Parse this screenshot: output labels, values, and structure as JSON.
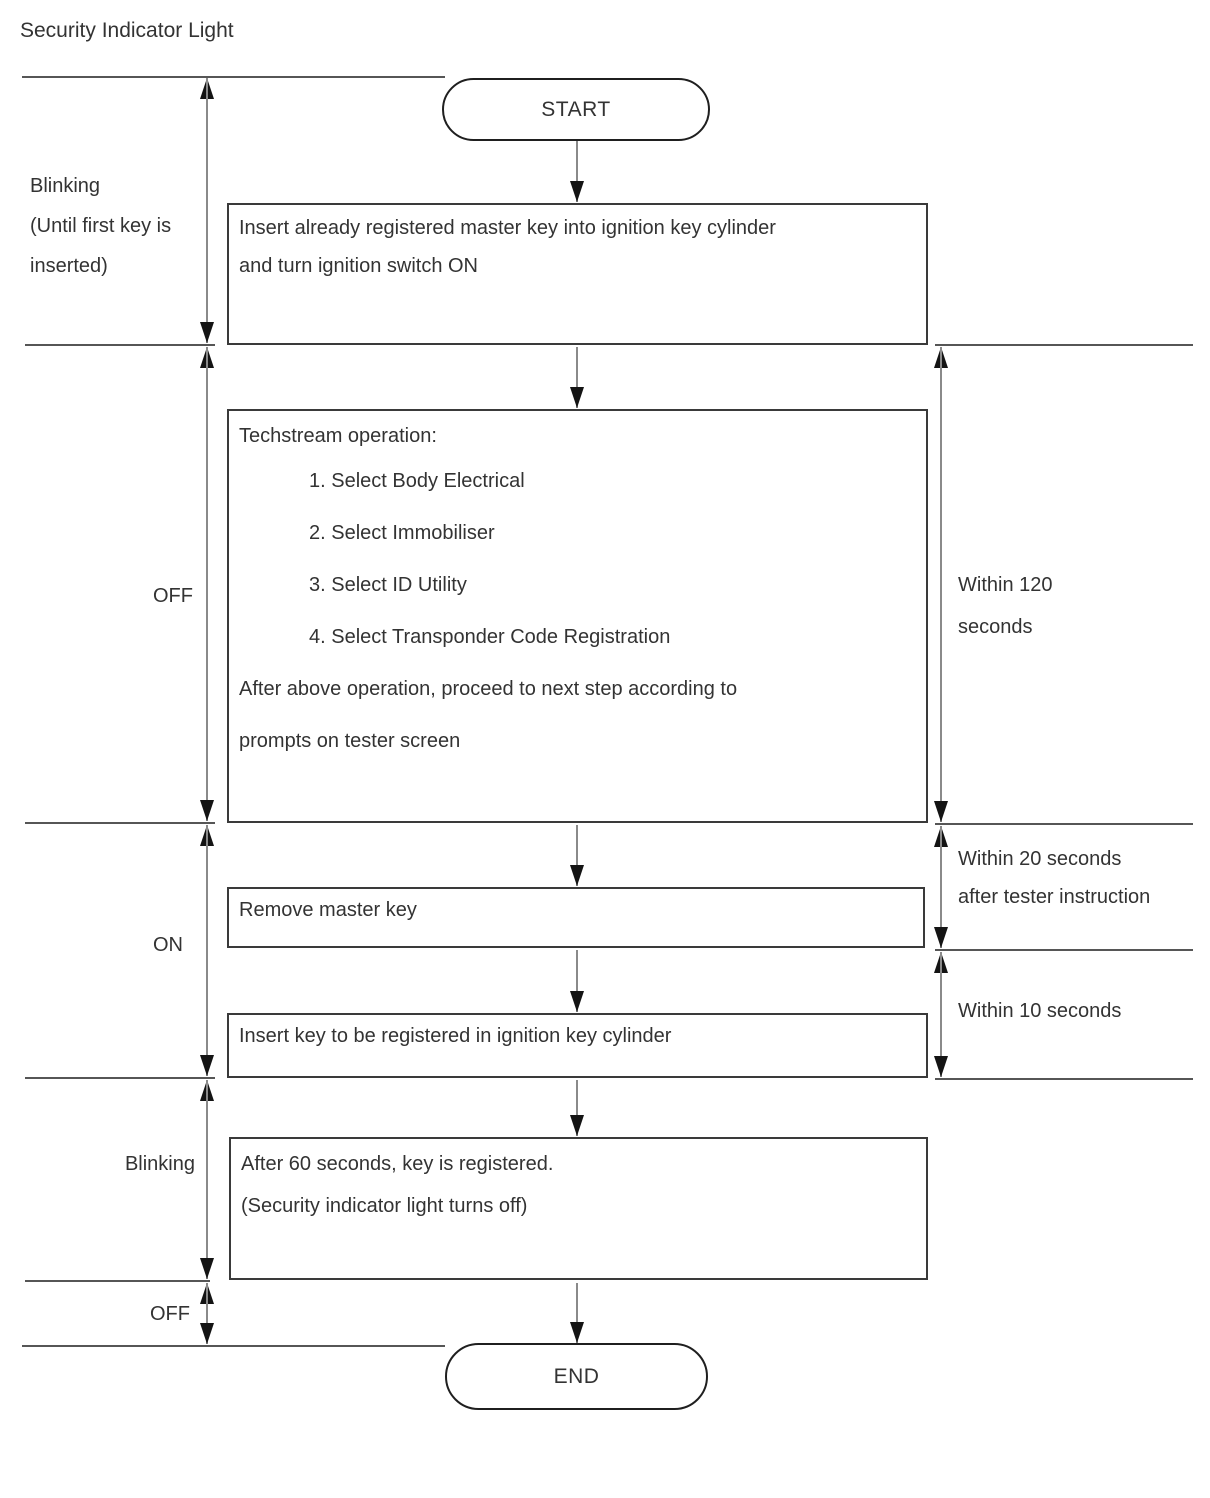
{
  "title": "Security Indicator Light",
  "flow": {
    "start_label": "START",
    "end_label": "END",
    "step1": {
      "line1": "Insert already registered master key into ignition key cylinder",
      "line2": "and turn ignition switch ON"
    },
    "step2": {
      "header": "Techstream operation:",
      "items": [
        "1. Select Body Electrical",
        "2. Select Immobiliser",
        "3. Select ID Utility",
        "4. Select Transponder Code Registration"
      ],
      "footer_line1": "After above operation, proceed to next step according to",
      "footer_line2": "prompts on tester screen"
    },
    "step3": {
      "line1": "Remove master key"
    },
    "step4": {
      "line1": "Insert key to be registered in ignition key cylinder"
    },
    "step5": {
      "line1": "After 60 seconds, key is registered.",
      "line2": "(Security indicator light turns off)"
    }
  },
  "indicator_states": {
    "blinking_until_first_key": {
      "line1": "Blinking",
      "line2": "(Until first key is",
      "line3": "inserted)"
    },
    "off_1": "OFF",
    "on": "ON",
    "blinking_2": "Blinking",
    "off_2": "OFF"
  },
  "timing_constraints": {
    "within_120": {
      "line1": "Within 120",
      "line2": "seconds"
    },
    "within_20": {
      "line1": "Within 20 seconds",
      "line2": "after tester instruction"
    },
    "within_10": "Within 10 seconds"
  },
  "colors": {
    "separator_line": "#565656",
    "arrow_stem": "#8a8a8a",
    "arrowhead": "#141414",
    "box_border": "#3a3a3a",
    "text": "#333333",
    "background": "#ffffff"
  }
}
